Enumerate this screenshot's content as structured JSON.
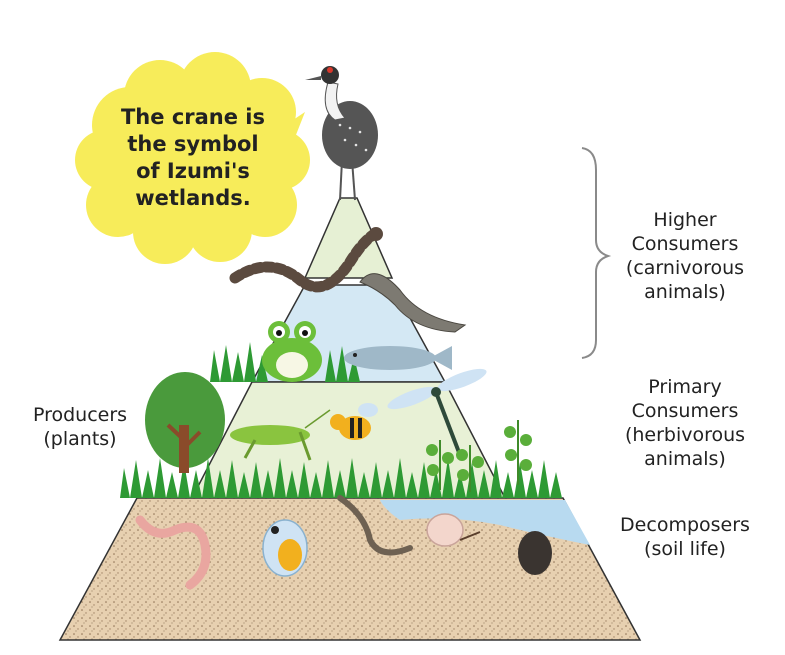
{
  "bubble": {
    "line1": "The crane is",
    "line2": "the symbol",
    "line3": "of Izumi's",
    "line4": "wetlands."
  },
  "levels": {
    "higher": {
      "line1": "Higher",
      "line2": "Consumers",
      "line3": "(carnivorous",
      "line4": "animals)"
    },
    "primary": {
      "line1": "Primary",
      "line2": "Consumers",
      "line3": "(herbivorous",
      "line4": "animals)"
    },
    "decomposers": {
      "line1": "Decomposers",
      "line2": "(soil life)"
    },
    "producers": {
      "line1": "Producers",
      "line2": "(plants)"
    }
  },
  "colors": {
    "bubble": "#f7ec5a",
    "pyramid_tier_top": "#e6f0d4",
    "pyramid_tier_water": "#d4e8f4",
    "pyramid_tier_plants": "#e8f1d6",
    "soil": "#e6cfae",
    "grass": "#2e9a34",
    "bracket": "#8a8a8a"
  },
  "icons": [
    "crane-icon",
    "snake-icon",
    "eel-icon",
    "frog-icon",
    "fish-icon",
    "tree-icon",
    "grasshopper-icon",
    "bee-icon",
    "dragonfly-icon",
    "plant-icon",
    "earthworm-icon",
    "water-flea-icon",
    "lizard-icon",
    "snail-icon",
    "pill-bug-icon"
  ]
}
